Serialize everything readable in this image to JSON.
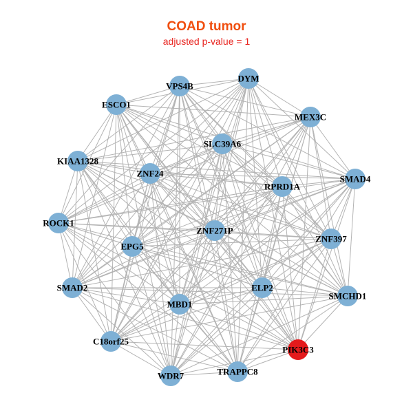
{
  "header": {
    "title": "COAD tumor",
    "subtitle": "adjusted p-value = 1"
  },
  "colors": {
    "title": "#f04e0f",
    "subtitle": "#e8231e",
    "node_default": "#7eb0d5",
    "node_highlight": "#e41a1c",
    "edge": "#b3b3b3"
  },
  "nodes": [
    {
      "id": "VPS4B",
      "highlight": false
    },
    {
      "id": "DYM",
      "highlight": false
    },
    {
      "id": "ESCO1",
      "highlight": false
    },
    {
      "id": "MEX3C",
      "highlight": false
    },
    {
      "id": "SLC39A6",
      "highlight": false
    },
    {
      "id": "KIAA1328",
      "highlight": false
    },
    {
      "id": "ZNF24",
      "highlight": false
    },
    {
      "id": "SMAD4",
      "highlight": false
    },
    {
      "id": "RPRD1A",
      "highlight": false
    },
    {
      "id": "ROCK1",
      "highlight": false
    },
    {
      "id": "ZNF271P",
      "highlight": false
    },
    {
      "id": "ZNF397",
      "highlight": false
    },
    {
      "id": "EPG5",
      "highlight": false
    },
    {
      "id": "SMAD2",
      "highlight": false
    },
    {
      "id": "ELP2",
      "highlight": false
    },
    {
      "id": "SMCHD1",
      "highlight": false
    },
    {
      "id": "MBD1",
      "highlight": false
    },
    {
      "id": "C18orf25",
      "highlight": false
    },
    {
      "id": "PIK3C3",
      "highlight": true
    },
    {
      "id": "WDR7",
      "highlight": false
    },
    {
      "id": "TRAPPC8",
      "highlight": false
    }
  ]
}
